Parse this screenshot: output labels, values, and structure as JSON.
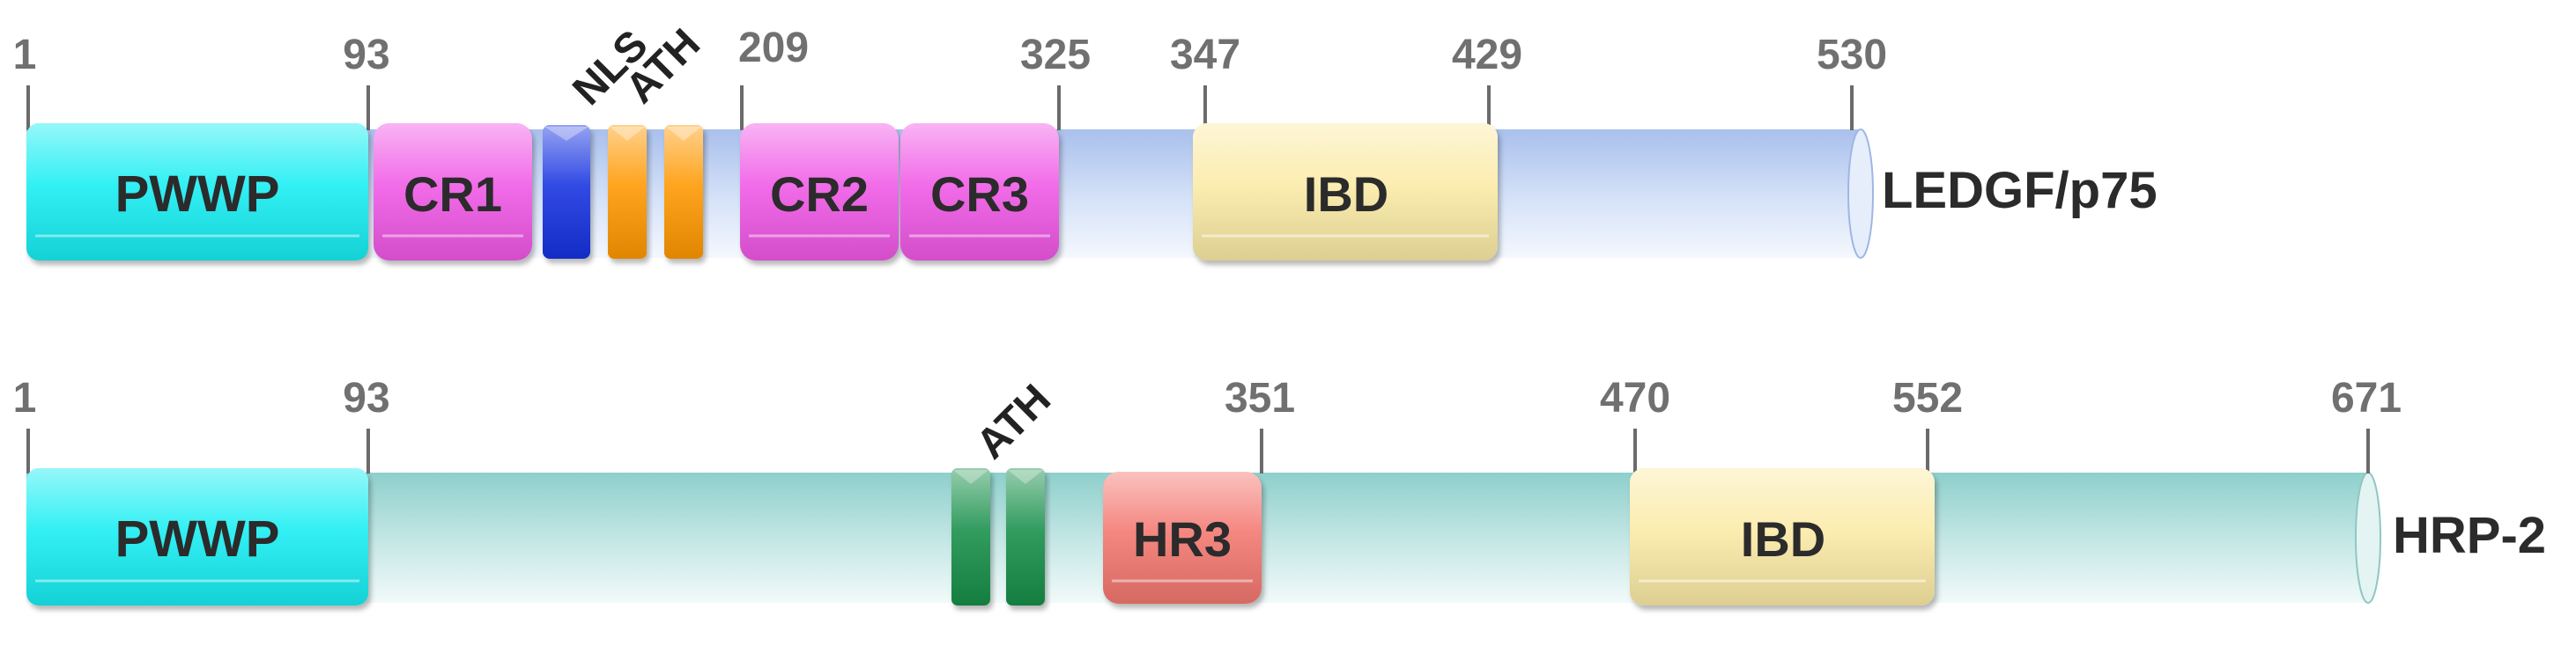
{
  "proteins": [
    {
      "id": "ledgf",
      "name": "LEDGF/p75",
      "bar_color": "#b4c9ee",
      "ticks": [
        "1",
        "93",
        "209",
        "325",
        "347",
        "429",
        "530"
      ],
      "domains": [
        {
          "label": "PWWP",
          "color": "#18eef2"
        },
        {
          "label": "CR1",
          "color": "#f058e6"
        },
        {
          "label": "",
          "color": "#1230e0"
        },
        {
          "label": "",
          "color": "#ff9800"
        },
        {
          "label": "",
          "color": "#ff9800"
        },
        {
          "label": "CR2",
          "color": "#f058e6"
        },
        {
          "label": "CR3",
          "color": "#f058e6"
        },
        {
          "label": "IBD",
          "color": "#fbeaa5"
        }
      ],
      "motif_labels": [
        "NLS",
        "ATH"
      ]
    },
    {
      "id": "hrp2",
      "name": "HRP-2",
      "bar_color": "#9ed6d4",
      "ticks": [
        "1",
        "93",
        "351",
        "470",
        "552",
        "671"
      ],
      "domains": [
        {
          "label": "PWWP",
          "color": "#18eef2"
        },
        {
          "label": "",
          "color": "#148f4a"
        },
        {
          "label": "",
          "color": "#148f4a"
        },
        {
          "label": "HR3",
          "color": "#f4776f"
        },
        {
          "label": "IBD",
          "color": "#fbeaa5"
        }
      ],
      "motif_labels": [
        "ATH"
      ]
    }
  ]
}
